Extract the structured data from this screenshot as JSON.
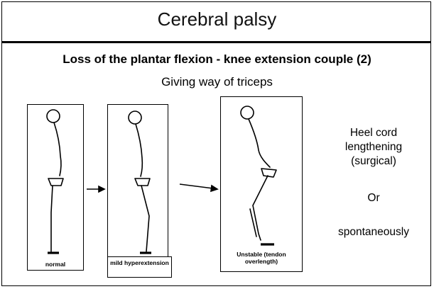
{
  "title": "Cerebral palsy",
  "subtitle": "Loss of the plantar flexion - knee extension couple (2)",
  "caption": "Giving way of triceps",
  "figures": [
    {
      "label": "normal"
    },
    {
      "label": "mild hyperextension"
    },
    {
      "label": "Unstable (tendon overlength)"
    }
  ],
  "side_text": {
    "option1": "Heel cord lengthening (surgical)",
    "or": "Or",
    "option2": "spontaneously"
  }
}
